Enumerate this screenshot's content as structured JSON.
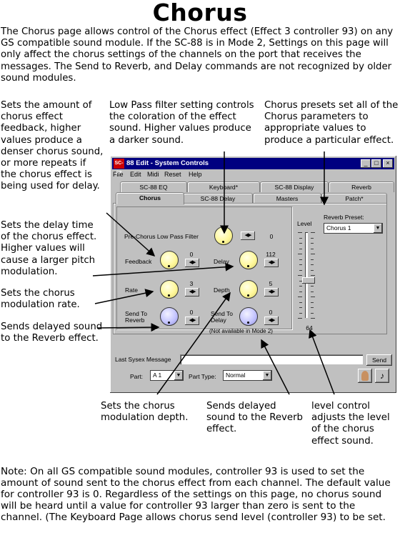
{
  "title": "Chorus",
  "intro": "The Chorus page allows control of the Chorus effect (Effect 3 controller 93) on any GS compatible sound module. If the SC-88 is in Mode 2, Settings on this page will only affect the chorus settings of the channels on the port that receives the messages. The Send to Reverb, and Delay commands are not recognized by older sound modules.",
  "annotations": {
    "feedback": "Sets the amount of chorus effect feedback, higher values produce a denser chorus sound, or more repeats if the chorus effect is being used for delay.",
    "lowpass": "Low Pass filter setting controls the coloration of the effect sound. Higher values produce a darker sound.",
    "presets": "Chorus presets set all of the Chorus parameters to appropriate values to produce a particular effect.",
    "delay": "Sets the delay time of the chorus effect. Higher values will cause a larger pitch modulation.",
    "rate": "Sets the chorus modulation rate.",
    "send_reverb": "Sends delayed sound to the Reverb effect.",
    "depth": "Sets the chorus modulation depth.",
    "send_reverb_2": "Sends delayed sound to the Reverb effect.",
    "level": "level control adjusts the level of the chorus effect sound."
  },
  "note": "Note: On all GS compatible sound modules, controller 93 is used to set the amount of sound sent to the chorus effect from each channel. The default value for controller 93 is 0. Regardless of the settings on this page, no chorus sound will be heard until a value for controller 93 larger than zero is sent to the channel. (The Keyboard Page allows chorus send level (controller 93) to be set.",
  "window": {
    "app_icon": "SC-88",
    "title": "88 Edit - System Controls",
    "menu": [
      "File",
      "Edit",
      "Midi",
      "Reset",
      "Help"
    ],
    "tabs_row1": [
      "SC-88 EQ",
      "Keyboard*",
      "SC-88 Display",
      "Reverb"
    ],
    "tabs_row2": [
      "Chorus",
      "SC-88 Delay",
      "Masters",
      "Patch*"
    ],
    "controls": {
      "lowpass_label": "Pre-Chorus Low Pass Filter",
      "lowpass_value": "0",
      "feedback_label": "Feedback",
      "feedback_value": "0",
      "delay_label": "Delay",
      "delay_value": "112",
      "rate_label": "Rate",
      "rate_value": "3",
      "depth_label": "Depth",
      "depth_value": "5",
      "send_reverb_label": "Send To Reverb",
      "send_reverb_value": "0",
      "send_delay_label": "Send To Delay",
      "send_delay_value": "0",
      "mode2_note": "(Not available in Mode 2)",
      "level_label": "Level",
      "level_value": "64",
      "preset_label": "Reverb Preset:",
      "preset_value": "Chorus 1"
    },
    "sysex_label": "Last Sysex Message",
    "send_button": "Send",
    "part_label": "Part:",
    "part_value": "A 1",
    "part_type_label": "Part Type:",
    "part_type_value": "Normal"
  }
}
